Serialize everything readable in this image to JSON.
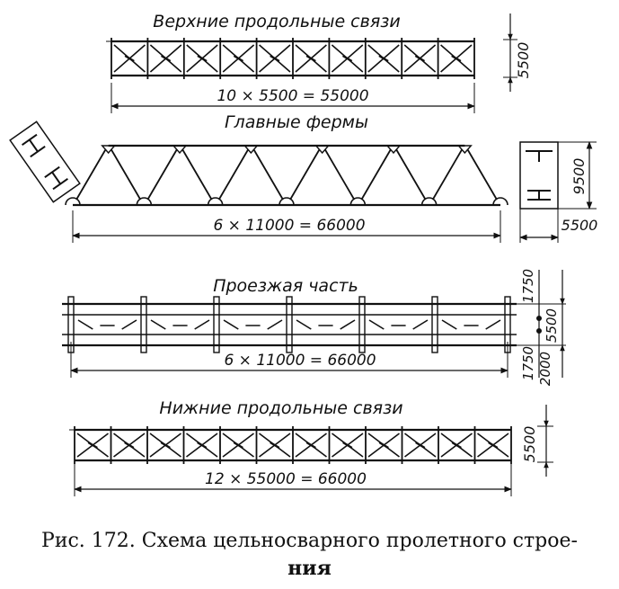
{
  "sections": {
    "top_bracing": {
      "title": "Верхние продольные связи",
      "span_dim": "10 × 5500 = 55000",
      "width_dim": "5500"
    },
    "main_truss": {
      "title": "Главные фермы",
      "span_dim": "6 × 11000 = 66000",
      "height_dim": "9500",
      "width_dim": "5500"
    },
    "deck": {
      "title": "Проезжая часть",
      "span_dim": "6 × 11000 = 66000",
      "dim_top": "1750",
      "dim_bottom": "1750",
      "dim_total": "5500",
      "dim_mid": "2000"
    },
    "bottom_bracing": {
      "title": "Нижние продольные связи",
      "span_dim": "12 × 55000 = 66000",
      "width_dim": "5500"
    }
  },
  "caption": {
    "line1": "Рис. 172.   Схема  цельносварного пролетного строе-",
    "line2": "ния"
  }
}
